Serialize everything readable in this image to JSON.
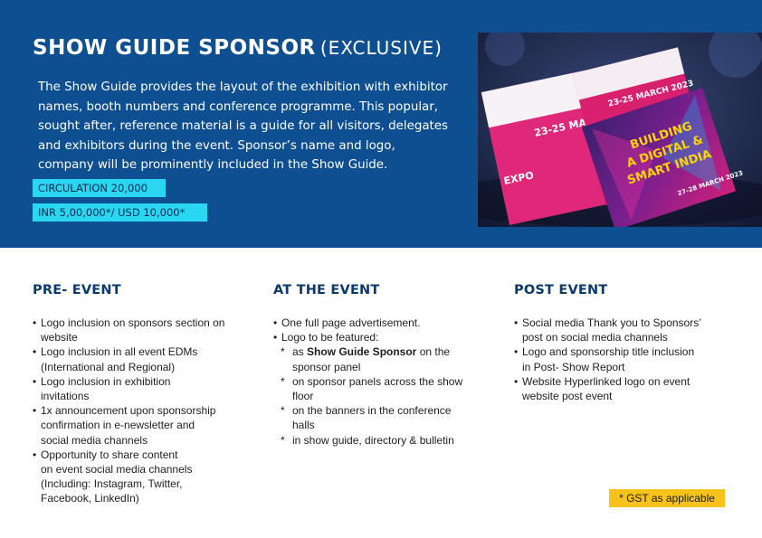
{
  "header": {
    "title_main": "SHOW GUIDE SPONSOR",
    "title_sub": "(EXCLUSIVE)",
    "description_lines": [
      "The Show Guide provides the layout of the exhibition with exhibitor",
      "names, booth numbers and conference programme. This popular,",
      "sought after, reference material is a guide for all visitors, delegates",
      "and exhibitors during the event. Sponsor’s name and logo,",
      "company will be prominently included in the Show Guide."
    ],
    "circulation": "CIRCULATION 20,000",
    "price": "INR 5,00,000*/ USD 10,000*"
  },
  "photo": {
    "guide_dates_1": "23-25 MARC",
    "guide_dates_2": "23-25 MARCH 2023",
    "guide_side": "EXPO",
    "cover_line1": "BUILDING",
    "cover_line2": "A DIGITAL &",
    "cover_line3": "SMART INDIA",
    "cover_dates": "27-28 MARCH 2023"
  },
  "pre_event": {
    "heading": "PRE- EVENT",
    "items": [
      [
        "Logo inclusion on sponsors section on",
        "website"
      ],
      [
        "Logo inclusion in all event EDMs",
        "(International and Regional)"
      ],
      [
        "Logo inclusion in exhibition",
        "invitations"
      ],
      [
        "1x announcement upon sponsorship",
        "confirmation in e-newsletter and",
        "social media channels"
      ],
      [
        "Opportunity to share content",
        "on event social media channels",
        "(Including: Instagram, Twitter,",
        "Facebook, LinkedIn)"
      ]
    ]
  },
  "at_event": {
    "heading": "AT THE EVENT",
    "item1": "One full page advertisement.",
    "item2": "Logo to be featured:",
    "sub1_pre": "as ",
    "sub1_bold": "Show Guide Sponsor",
    "sub1_post": " on the",
    "sub1_line2": "sponsor panel",
    "sub2_line1": "on sponsor panels across the show",
    "sub2_line2": "floor",
    "sub3_line1": "on the banners in the conference",
    "sub3_line2": "halls",
    "sub4_line1": "in show guide, directory & bulletin"
  },
  "post_event": {
    "heading": "POST EVENT",
    "items": [
      [
        "Social media Thank you to Sponsors’",
        "post on social media channels"
      ],
      [
        "Logo and sponsorship title inclusion",
        "in Post- Show Report"
      ],
      [
        "Website Hyperlinked logo on event",
        "website post event"
      ]
    ]
  },
  "footnote": "* GST as applicable",
  "colors": {
    "hero_blue": "#0e4f91",
    "tag_cyan": "#2ad6f0",
    "heading_blue": "#0b3a6e",
    "gst_yellow": "#f7c21a"
  }
}
